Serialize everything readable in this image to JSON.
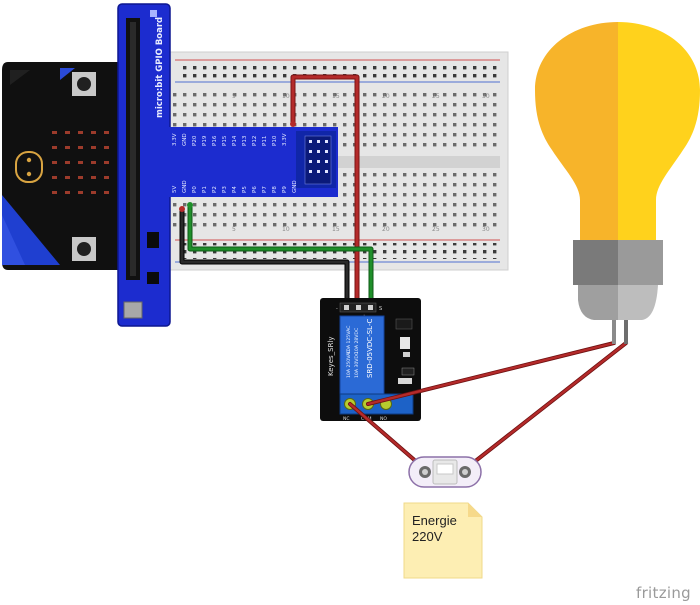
{
  "gpio_board": {
    "title": "micro:bit GPIO Board",
    "pins_top": [
      "3.3V",
      "GND",
      "P20",
      "P19",
      "P16",
      "P15",
      "P14",
      "P13",
      "P12",
      "P11",
      "P10",
      "3.3V"
    ],
    "pins_bottom": [
      "5V",
      "GND",
      "P0",
      "P1",
      "P2",
      "P3",
      "P4",
      "P5",
      "P6",
      "P7",
      "P8",
      "P9",
      "GND"
    ]
  },
  "relay": {
    "title": "Keyes_SRly",
    "part": "SRD-05VDC-SL-C",
    "ratings": [
      "10A 250VAC",
      "10A 125VAC",
      "10A 30VDC",
      "10A 28VDC"
    ],
    "pins": [
      "-",
      "+",
      "S"
    ],
    "term_left": "NC",
    "term_mid": "COM",
    "term_right": "NO"
  },
  "breadboard": {
    "col_numbers": [
      "5",
      "10",
      "15",
      "20",
      "25",
      "30"
    ]
  },
  "power_note": {
    "text": "Energie\n220V"
  },
  "brand": {
    "text": "fritzing"
  },
  "colors": {
    "wire_red": "#b42a2a",
    "wire_green": "#1f8f2a",
    "wire_black": "#1a1a1a",
    "gpio_blue": "#1c2ccf",
    "bulb_yellow": "#ffd21c",
    "bulb_orange": "#f7b42a"
  }
}
